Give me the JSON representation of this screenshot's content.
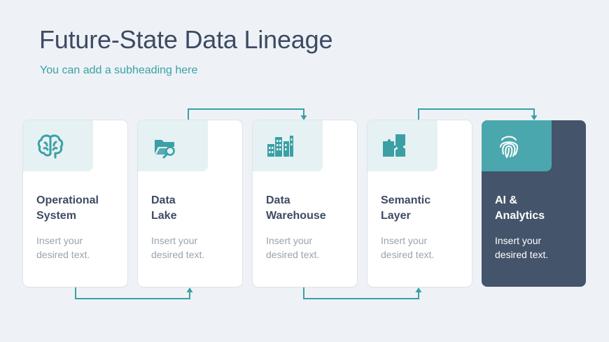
{
  "slide": {
    "title": "Future-State Data Lineage",
    "subtitle": "You can add a subheading here"
  },
  "colors": {
    "background": "#eef2f6",
    "title": "#3d4b63",
    "accent": "#3aa0a5",
    "card": "#ffffff",
    "card_tab": "#e6f1f3",
    "highlight_card": "#44546b",
    "highlight_tab": "#4aa7ad",
    "connector": "#3aa0a5"
  },
  "cards": [
    {
      "label": "Operational\nSystem",
      "desc": "Insert your\ndesired text.",
      "icon": "brain-icon"
    },
    {
      "label": "Data\nLake",
      "desc": "Insert your\ndesired text.",
      "icon": "folder-search-icon"
    },
    {
      "label": "Data\nWarehouse",
      "desc": "Insert your\ndesired text.",
      "icon": "buildings-icon"
    },
    {
      "label": "Semantic\nLayer",
      "desc": "Insert your\ndesired text.",
      "icon": "puzzle-icon"
    },
    {
      "label": "AI &\nAnalytics",
      "desc": "Insert your\ndesired text.",
      "icon": "fingerprint-icon",
      "highlighted": true
    }
  ],
  "connectors": [
    {
      "from": "Operational System",
      "to": "Data Lake",
      "route": "bottom"
    },
    {
      "from": "Data Lake",
      "to": "Data Warehouse",
      "route": "top"
    },
    {
      "from": "Data Warehouse",
      "to": "Semantic Layer",
      "route": "bottom"
    },
    {
      "from": "Semantic Layer",
      "to": "AI & Analytics",
      "route": "top"
    }
  ]
}
